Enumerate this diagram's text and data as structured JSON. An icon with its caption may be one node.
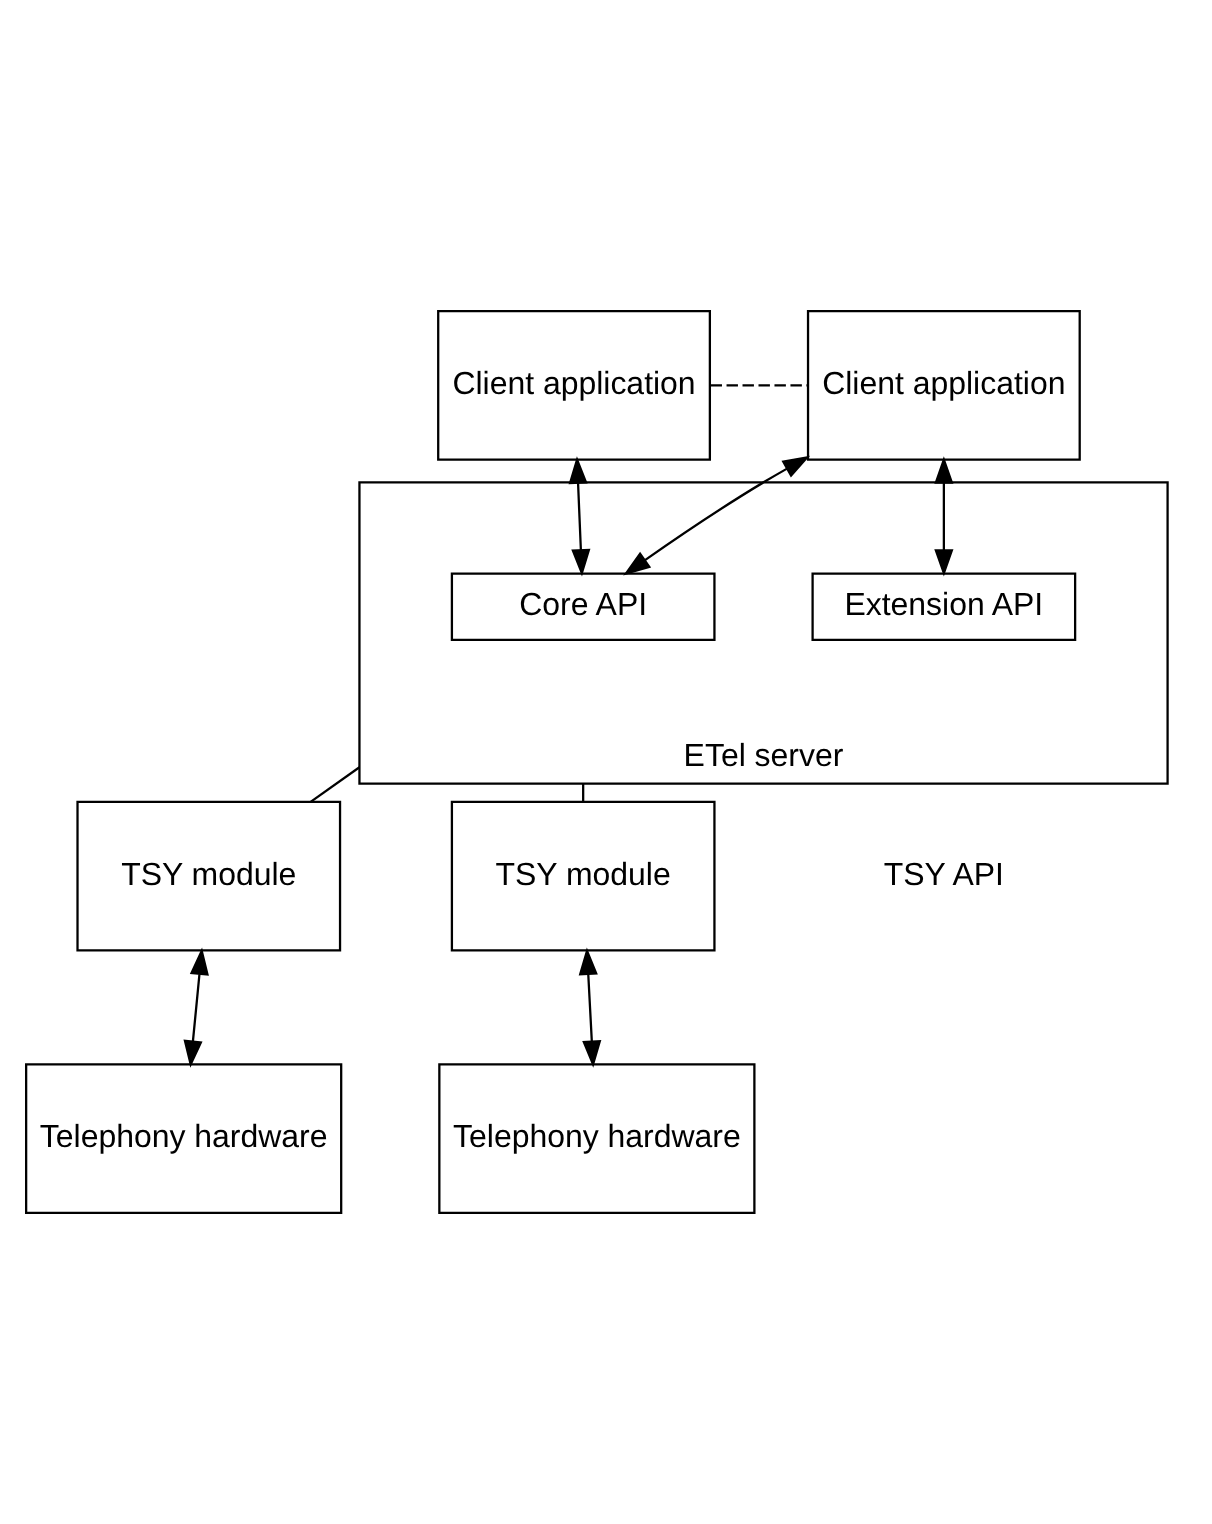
{
  "diagram": {
    "nodes": [
      {
        "text": [
          "Client application"
        ]
      },
      {
        "text": [
          "Client application"
        ]
      },
      {
        "text": [
          "ETel server"
        ]
      },
      {
        "text": [
          "Core API"
        ],
        "in": 2
      },
      {
        "text": [
          "Extension API"
        ],
        "in": 2
      },
      {
        "text": [
          "TSY module"
        ]
      },
      {
        "text": [
          "TSY module"
        ]
      },
      {
        "text": [
          "Telephony hardware"
        ]
      },
      {
        "text": [
          "Telephony hardware"
        ]
      }
    ],
    "edges": [
      {
        "from": 0,
        "to": 1,
        "arrow": "none",
        "style": "dashed"
      },
      {
        "from": 0,
        "to": 3,
        "arrow": "both"
      },
      {
        "from": 1,
        "to": 3,
        "arrow": "both"
      },
      {
        "from": 1,
        "to": 4,
        "arrow": "both"
      },
      {
        "from": 2,
        "to": 5,
        "arrow": "none"
      },
      {
        "from": 2,
        "to": 6,
        "arrow": "none"
      },
      {
        "from": 5,
        "to": 7,
        "arrow": "both"
      },
      {
        "from": 6,
        "to": 8,
        "arrow": "both"
      }
    ],
    "labels": [
      "TSY API"
    ]
  }
}
